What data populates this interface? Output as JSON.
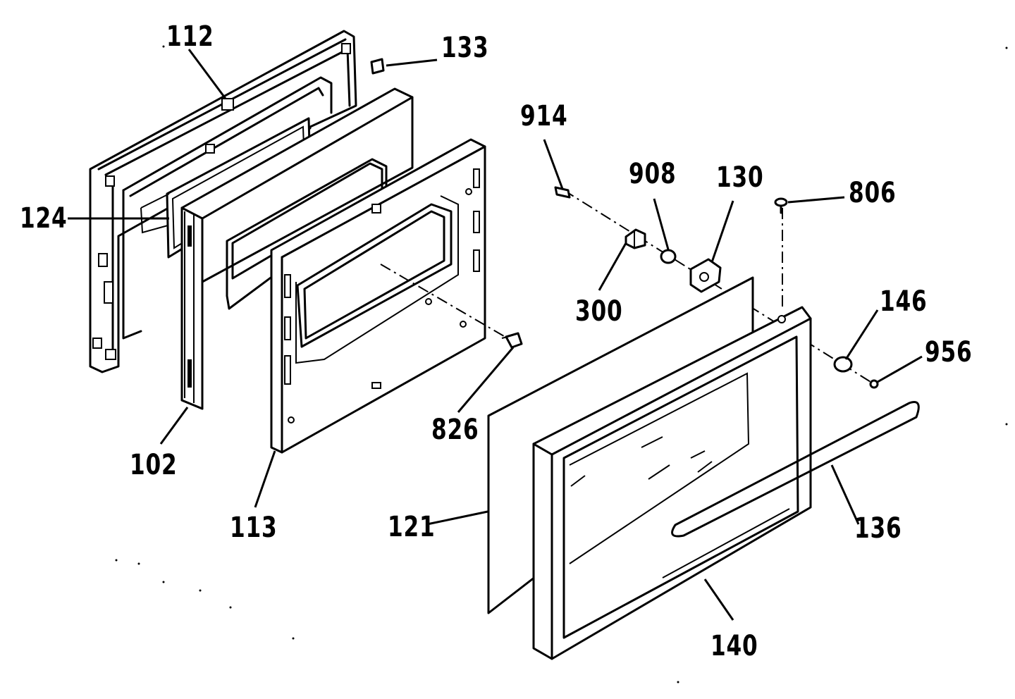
{
  "callouts": {
    "c112": "112",
    "c133": "133",
    "c124": "124",
    "c102": "102",
    "c113": "113",
    "c826": "826",
    "c914": "914",
    "c908": "908",
    "c130": "130",
    "c806": "806",
    "c300": "300",
    "c146": "146",
    "c956": "956",
    "c121": "121",
    "c136": "136",
    "c140": "140"
  }
}
